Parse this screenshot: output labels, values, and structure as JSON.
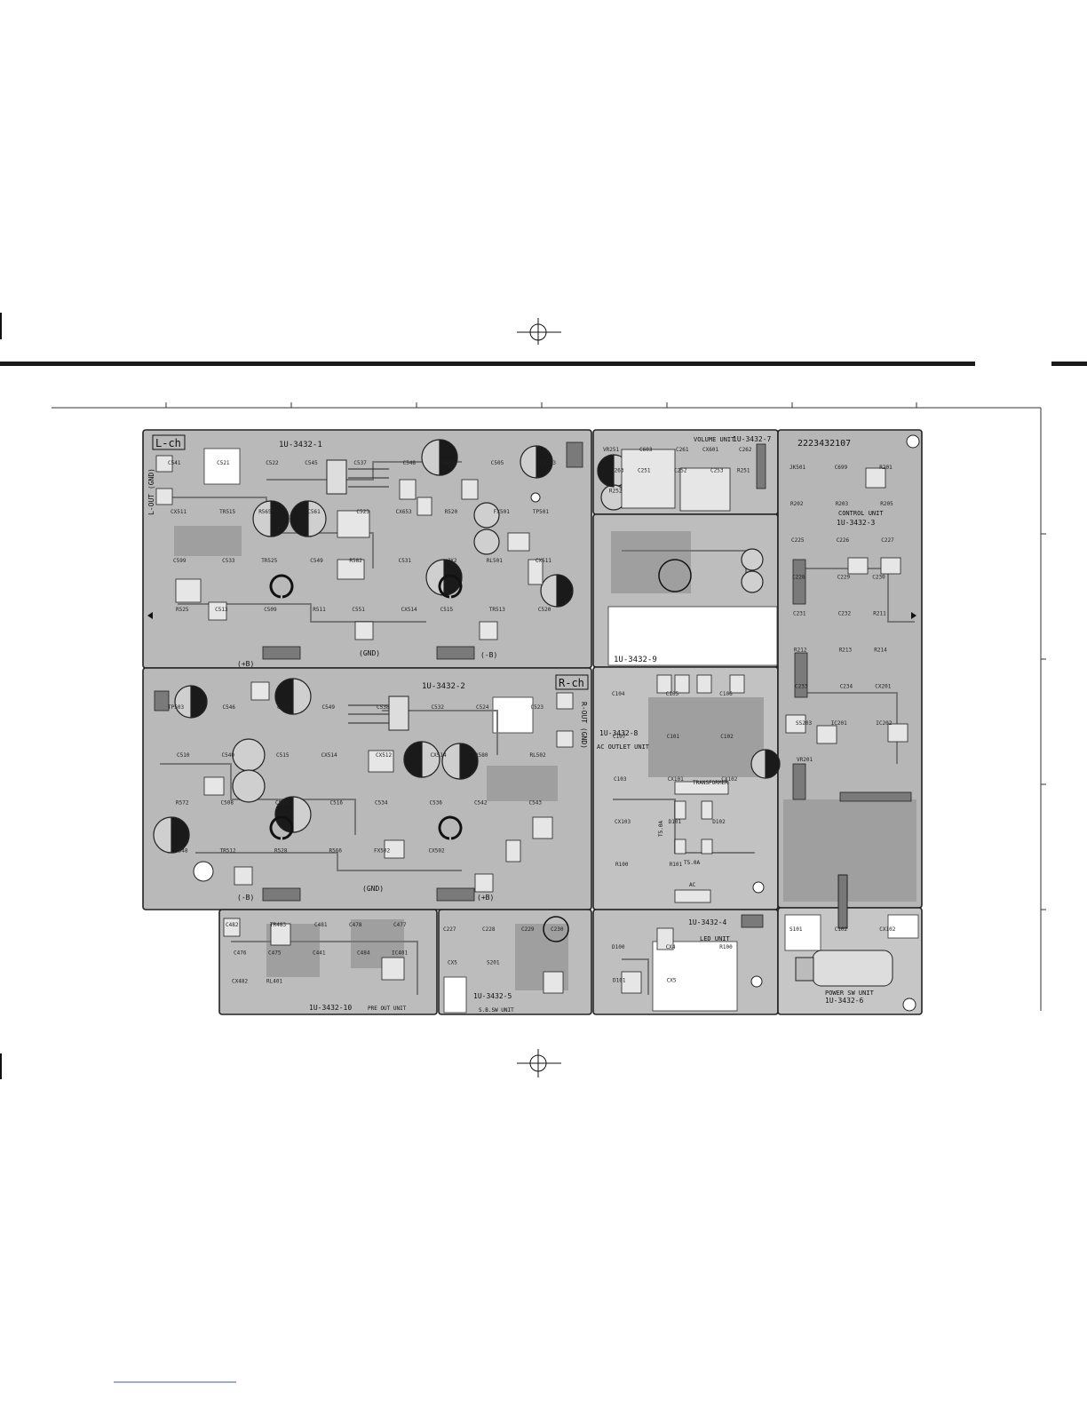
{
  "sheet": {
    "board_id": "2223432107",
    "page_number": ""
  },
  "units": {
    "u1": {
      "code": "1U-3432-1",
      "name": "",
      "channel": "L-ch"
    },
    "u2": {
      "code": "1U-3432-2",
      "name": "",
      "channel": "R-ch"
    },
    "u3": {
      "code": "1U-3432-3",
      "name": "CONTROL UNIT"
    },
    "u4": {
      "code": "1U-3432-4",
      "name": "LED UNIT"
    },
    "u5": {
      "code": "1U-3432-5",
      "name": "S.B.SW UNIT"
    },
    "u6": {
      "code": "1U-3432-6",
      "name": "POWER SW UNIT"
    },
    "u7": {
      "code": "1U-3432-7",
      "name": "VOLUME UNIT"
    },
    "u8": {
      "code": "1U-3432-8",
      "name": "AC OUTLET UNIT"
    },
    "u9": {
      "code": "1U-3432-9",
      "name": ""
    },
    "u10": {
      "code": "1U-3432-10",
      "name": "PRE OUT UNIT"
    }
  },
  "labels": {
    "l_out_gnd": "L-OUT (GND)",
    "r_out_gnd": "R-OUT (GND)",
    "gnd": "(GND)",
    "plus_b": "(+B)",
    "minus_b": "(-B)",
    "transformer": "TRANSFORMER",
    "fuse_1": "T5.0A",
    "fuse_2": "T5.0A",
    "ac": "AC"
  },
  "components": {
    "u1": [
      "C541",
      "C521",
      "C522",
      "C545",
      "C537",
      "C548",
      "R585",
      "C505",
      "CX513",
      "CX511",
      "TR515",
      "R565",
      "C561",
      "C523",
      "CX653",
      "R520",
      "FX501",
      "TP501",
      "C599",
      "C533",
      "TR525",
      "C549",
      "R582",
      "C531",
      "JX2",
      "RL501",
      "CX511",
      "R525",
      "C513",
      "C509",
      "R511",
      "C551",
      "CX514",
      "C515",
      "TR513",
      "C520"
    ],
    "u2": [
      "TP503",
      "C546",
      "C552",
      "C549",
      "C538",
      "C532",
      "C524",
      "C523",
      "C510",
      "C540",
      "C515",
      "CX514",
      "CX512",
      "CX514",
      "R580",
      "RL502",
      "R572",
      "C508",
      "C514",
      "C516",
      "C534",
      "C536",
      "C542",
      "C543",
      "C548",
      "TR512",
      "R528",
      "R566",
      "FX502",
      "CX502"
    ],
    "u3": [
      "JK501",
      "C699",
      "R201",
      "R202",
      "R203",
      "R205",
      "C225",
      "C226",
      "C227",
      "C228",
      "C229",
      "C230",
      "C231",
      "C232",
      "R211",
      "R212",
      "R213",
      "R214",
      "C233",
      "C234",
      "CX201",
      "S5203",
      "IC201",
      "IC202",
      "VR201"
    ],
    "u7": [
      "VR251",
      "C603",
      "C261",
      "CX601",
      "C262",
      "C263",
      "C251",
      "C252",
      "C253",
      "R251",
      "R252"
    ],
    "u8": [
      "C104",
      "C105",
      "C106",
      "C107",
      "C101",
      "C102",
      "C103",
      "CX101",
      "CX102",
      "CX103",
      "D101",
      "D102",
      "R100",
      "R101"
    ],
    "u4": [
      "D100",
      "CX4",
      "R100",
      "D101",
      "CX5"
    ],
    "u6": [
      "S101",
      "C102",
      "CX102"
    ],
    "u10": [
      "C482",
      "TR483",
      "C481",
      "C478",
      "C477",
      "C476",
      "C475",
      "C441",
      "C484",
      "IC401",
      "CX482",
      "RL401"
    ],
    "u5": [
      "C227",
      "C228",
      "C229",
      "C230",
      "CX5",
      "S201"
    ]
  }
}
